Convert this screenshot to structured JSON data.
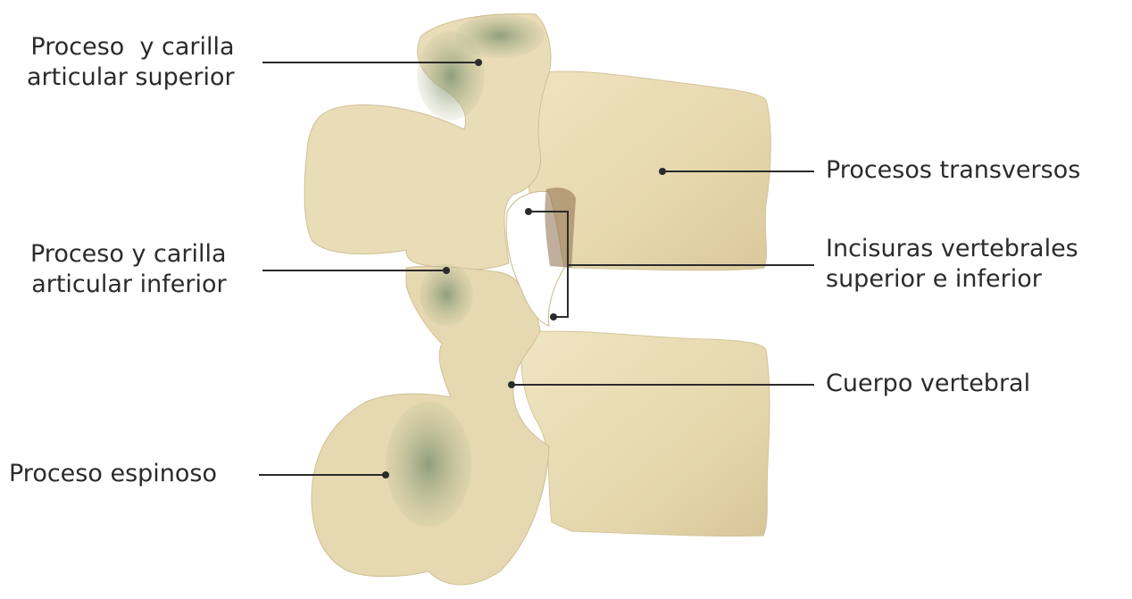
{
  "labels": {
    "superior_articular": {
      "line1": "Proceso  y carilla",
      "line2": "articular superior"
    },
    "inferior_articular": {
      "line1": "Proceso y carilla",
      "line2": "articular inferior"
    },
    "spinous": {
      "line1": "Proceso espinoso"
    },
    "transverse": {
      "line1": "Procesos transversos"
    },
    "notches": {
      "line1": "Incisuras vertebrales",
      "line2": "superior e inferior"
    },
    "body": {
      "line1": "Cuerpo vertebral"
    }
  },
  "colors": {
    "bone": "#e8dcb6",
    "bone_light": "#f1e8c8",
    "bone_shadow": "#a9ad86",
    "bone_green": "#8f9d7a",
    "leader": "#2b2b2b"
  }
}
